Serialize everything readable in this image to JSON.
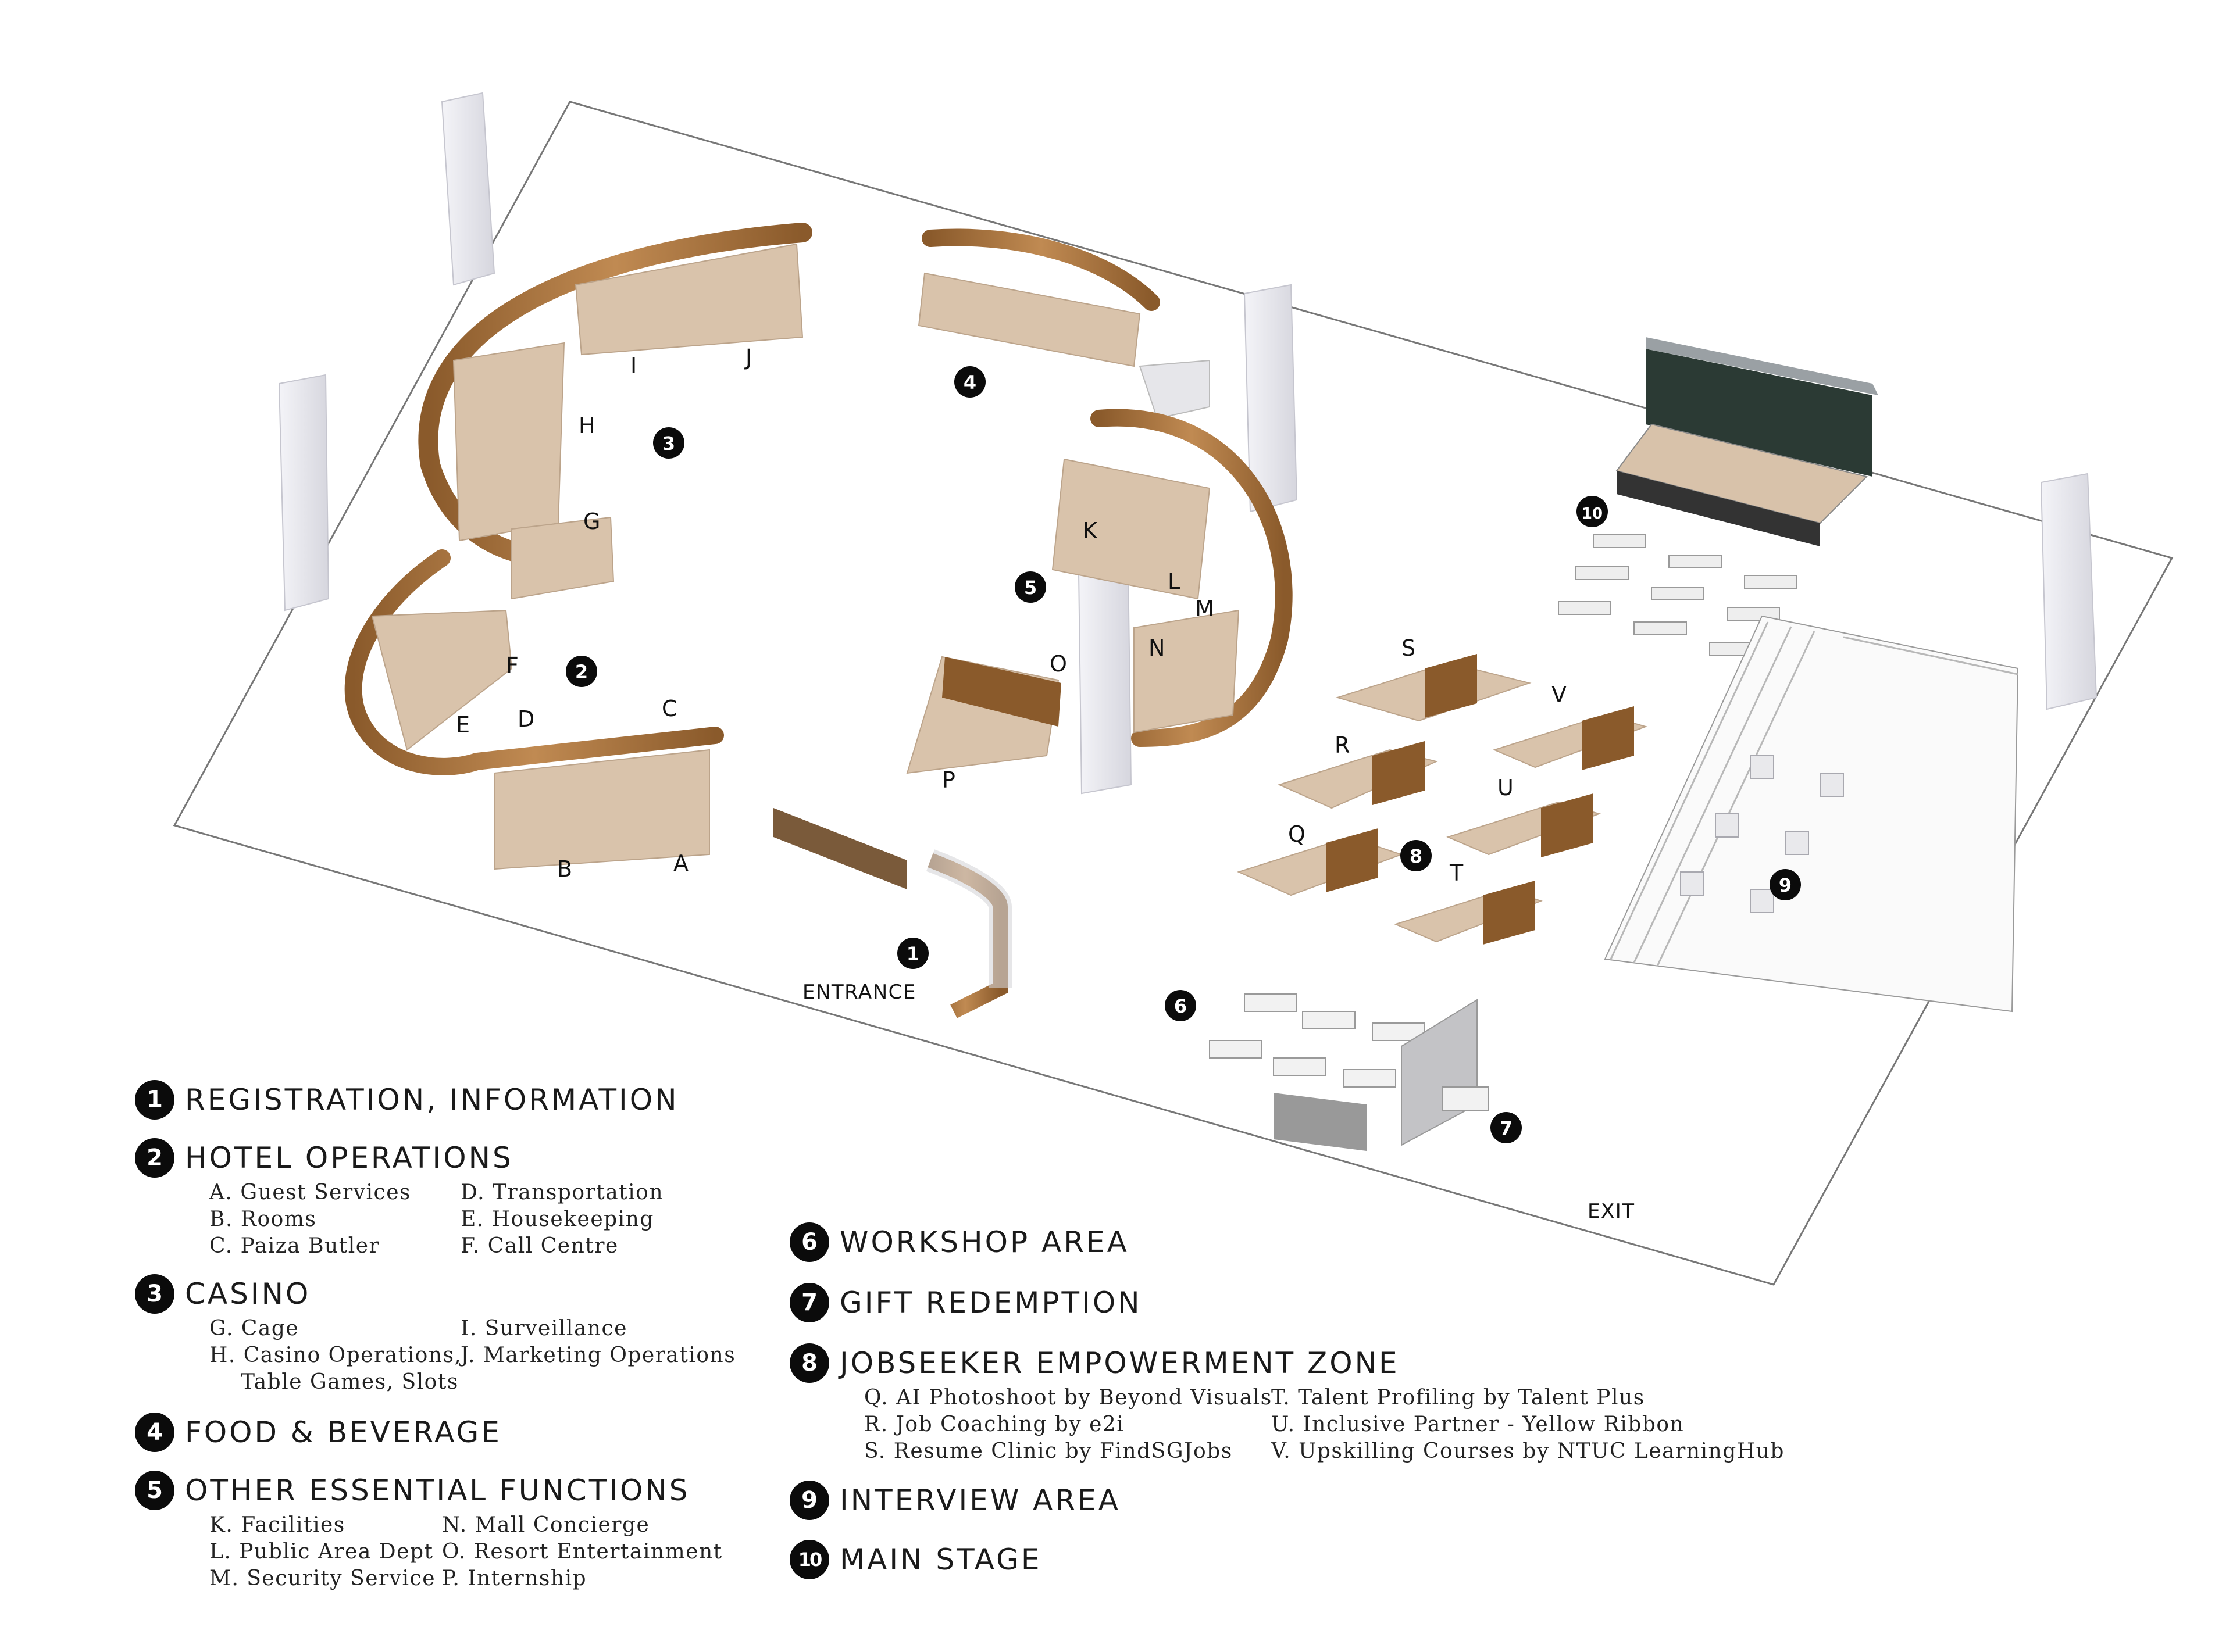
{
  "floorplan": {
    "zones": [
      {
        "id": "1",
        "label": "1"
      },
      {
        "id": "2",
        "label": "2"
      },
      {
        "id": "3",
        "label": "3"
      },
      {
        "id": "4",
        "label": "4"
      },
      {
        "id": "5",
        "label": "5"
      },
      {
        "id": "6",
        "label": "6"
      },
      {
        "id": "7",
        "label": "7"
      },
      {
        "id": "8",
        "label": "8"
      },
      {
        "id": "9",
        "label": "9"
      },
      {
        "id": "10",
        "label": "10"
      }
    ],
    "booths": [
      "A",
      "B",
      "C",
      "D",
      "E",
      "F",
      "G",
      "H",
      "I",
      "J",
      "K",
      "L",
      "M",
      "N",
      "O",
      "P",
      "Q",
      "R",
      "S",
      "T",
      "U",
      "V"
    ],
    "entrance_label": "ENTRANCE",
    "exit_label": "EXIT",
    "colors": {
      "floor": "#ffffff",
      "outline": "#6b6b6b",
      "wood": "#a8743f",
      "carpet": "#d9c3ab",
      "pillar": "#e4e4ea",
      "badge": "#0b0b0b"
    }
  },
  "legend": {
    "s1": {
      "num": "1",
      "title": "REGISTRATION, INFORMATION"
    },
    "s2": {
      "num": "2",
      "title": "HOTEL OPERATIONS",
      "items": [
        "A. Guest Services",
        "D. Transportation",
        "B. Rooms",
        "E. Housekeeping",
        "C. Paiza Butler",
        "F. Call Centre"
      ]
    },
    "s3": {
      "num": "3",
      "title": "CASINO",
      "items": [
        "G. Cage",
        "I. Surveillance",
        "H. Casino Operations,",
        "J. Marketing Operations",
        "Table Games, Slots",
        ""
      ]
    },
    "s4": {
      "num": "4",
      "title": "FOOD & BEVERAGE"
    },
    "s5": {
      "num": "5",
      "title": "OTHER ESSENTIAL FUNCTIONS",
      "items": [
        "K. Facilities",
        "N. Mall Concierge",
        "L. Public Area Dept",
        "O. Resort Entertainment",
        "M. Security Service",
        "P. Internship"
      ]
    },
    "s6": {
      "num": "6",
      "title": "WORKSHOP AREA"
    },
    "s7": {
      "num": "7",
      "title": "GIFT REDEMPTION"
    },
    "s8": {
      "num": "8",
      "title": "JOBSEEKER EMPOWERMENT ZONE",
      "items": [
        "Q. AI Photoshoot by Beyond Visuals",
        "T. Talent Profiling by Talent Plus",
        "R. Job Coaching by e2i",
        "U. Inclusive Partner - Yellow Ribbon",
        "S. Resume Clinic by FindSGJobs",
        "V. Upskilling Courses by NTUC LearningHub"
      ]
    },
    "s9": {
      "num": "9",
      "title": "INTERVIEW AREA"
    },
    "s10": {
      "num": "10",
      "title": "MAIN STAGE"
    }
  }
}
